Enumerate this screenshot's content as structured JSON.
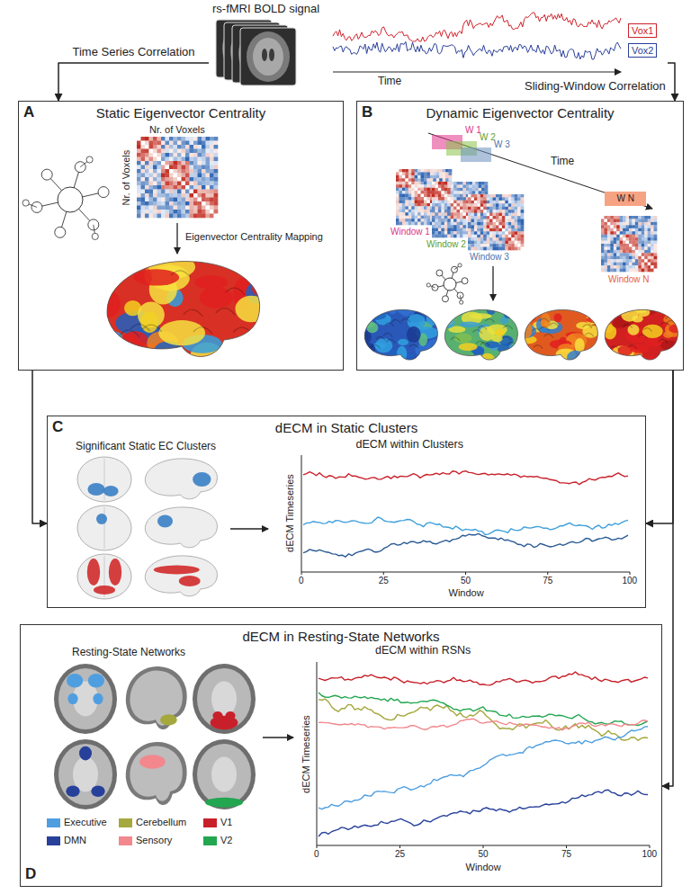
{
  "diagram": {
    "nodes": [
      {
        "text": [
          "rs-fMRI BOLD signal"
        ]
      },
      {
        "text": [
          "Vox1"
        ],
        "in": 0
      },
      {
        "text": [
          "Vox2"
        ],
        "in": 0
      },
      {
        "text": [
          "A",
          "Static Eigenvector Centrality"
        ]
      },
      {
        "text": [
          "B",
          "Dynamic Eigenvector Centrality"
        ]
      },
      {
        "text": [
          "C",
          "dECM in Static Clusters"
        ]
      },
      {
        "text": [
          "D",
          "dECM in Resting-State Networks"
        ]
      }
    ],
    "edges": [
      {
        "from": 0,
        "to": 3,
        "label": "Time Series Correlation",
        "arrow": "to"
      },
      {
        "from": 0,
        "to": 4,
        "label": "Sliding-Window Correlation",
        "arrow": "to"
      },
      {
        "from": 3,
        "to": 5,
        "arrow": "to"
      },
      {
        "from": 4,
        "to": 5,
        "arrow": "to"
      },
      {
        "from": 4,
        "to": 6,
        "arrow": "to"
      }
    ],
    "labels": [
      "Time",
      "Nr. of Voxels",
      "Nr. of Voxels",
      "Eigenvector Centrality Mapping",
      "W 1",
      "W 2",
      "W 3",
      "Time",
      "W N",
      "Window 1",
      "Window 2",
      "Window 3",
      "Window N",
      "Significant Static EC Clusters",
      "dECM within Clusters",
      "dECM Timeseries",
      "0",
      "25",
      "50",
      "75",
      "100",
      "Window",
      "Resting-State Networks",
      "dECM within RSNs",
      "dECM Timeseries",
      "0",
      "25",
      "50",
      "75",
      "100",
      "Window"
    ],
    "legend": [
      {
        "text": "Executive",
        "color": "#4f9fe0"
      },
      {
        "text": "Cerebellum",
        "color": "#a5a83c"
      },
      {
        "text": "V1",
        "color": "#c8202a"
      },
      {
        "text": "DMN",
        "color": "#27409a"
      },
      {
        "text": "Sensory",
        "color": "#f2888e"
      },
      {
        "text": "V2",
        "color": "#22a650"
      }
    ]
  }
}
